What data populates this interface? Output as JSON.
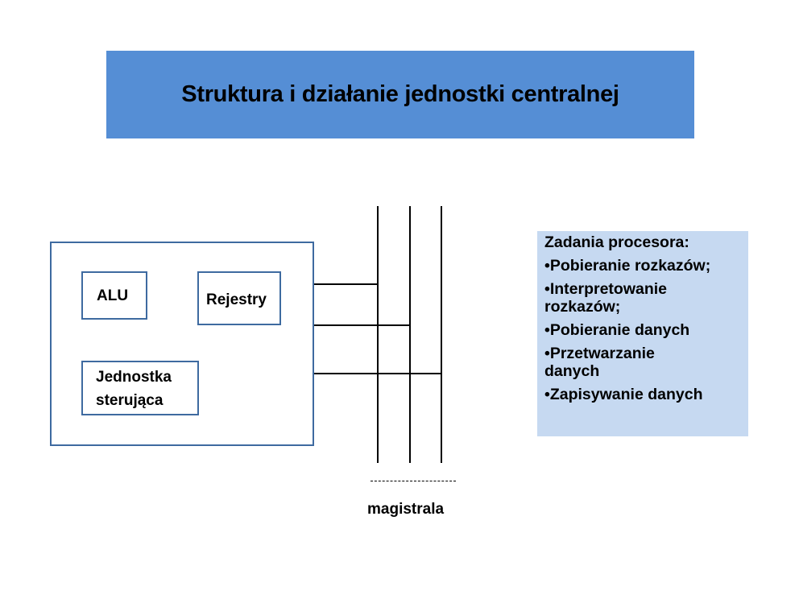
{
  "title": "Struktura i działanie jednostki centralnej",
  "diagram": {
    "alu_label": "ALU",
    "registers_label": "Rejestry",
    "control_unit_line1": "Jednostka",
    "control_unit_line2": "sterująca",
    "bus_label": "magistrala"
  },
  "tasks": {
    "heading": "Zadania procesora:",
    "items": [
      "•Pobieranie rozkazów;",
      "•Interpretowanie rozkazów;",
      "•Pobieranie danych",
      "•Przetwarzanie danych",
      "•Zapisywanie danych"
    ]
  },
  "colors": {
    "title_bg": "#558ed5",
    "box_border": "#3e6aa0",
    "tasks_bg": "#c6d9f1"
  }
}
